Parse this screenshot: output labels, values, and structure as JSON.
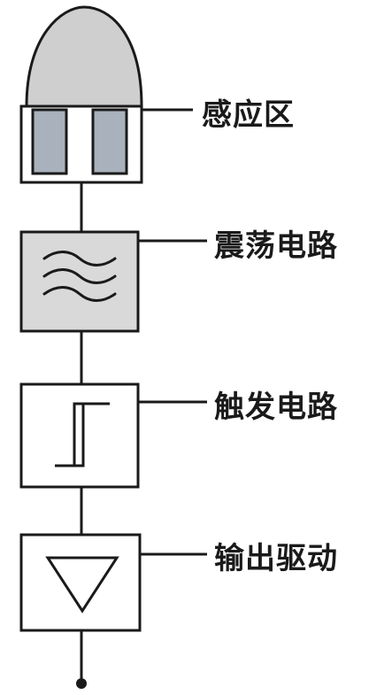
{
  "blocks": {
    "sensing": {
      "label": "感应区"
    },
    "oscillator": {
      "label": "震荡电路"
    },
    "trigger": {
      "label": "触发电路"
    },
    "output": {
      "label": "输出驱动"
    }
  },
  "colors": {
    "stroke": "#1a1a1a",
    "fill_gray": "#d9d9d9",
    "lens_gray": "#cfcfcf",
    "sensor_blue_gray": "#a9b2bc",
    "background": "#ffffff"
  }
}
